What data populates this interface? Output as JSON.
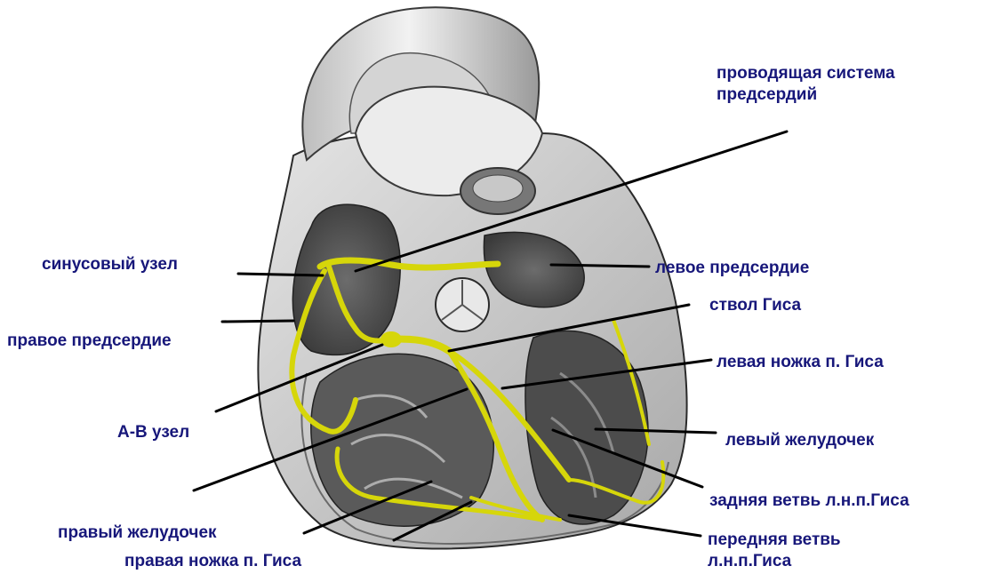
{
  "colors": {
    "label_text": "#17177a",
    "leader_line": "#000000",
    "conduction_system": "#d6d60a",
    "tissue_light": "#d9d9d9",
    "tissue_dark": "#4a4a4a",
    "outline": "#2a2a2a"
  },
  "labels": {
    "atrial_conduction": [
      "проводящая система",
      "предсердий"
    ],
    "sinus_node": "синусовый узел",
    "left_atrium": "левое предсердие",
    "his_trunk": "ствол Гиса",
    "right_atrium": "правое предсердие",
    "left_bundle_branch": "левая ножка п. Гиса",
    "av_node": "А-В узел",
    "left_ventricle": "левый желудочек",
    "posterior_fascicle": "задняя ветвь л.н.п.Гиса",
    "right_ventricle": "правый желудочек",
    "anterior_fascicle": [
      "передняя ветвь",
      "л.н.п.Гиса"
    ],
    "right_bundle_branch": "правая ножка п. Гиса"
  }
}
